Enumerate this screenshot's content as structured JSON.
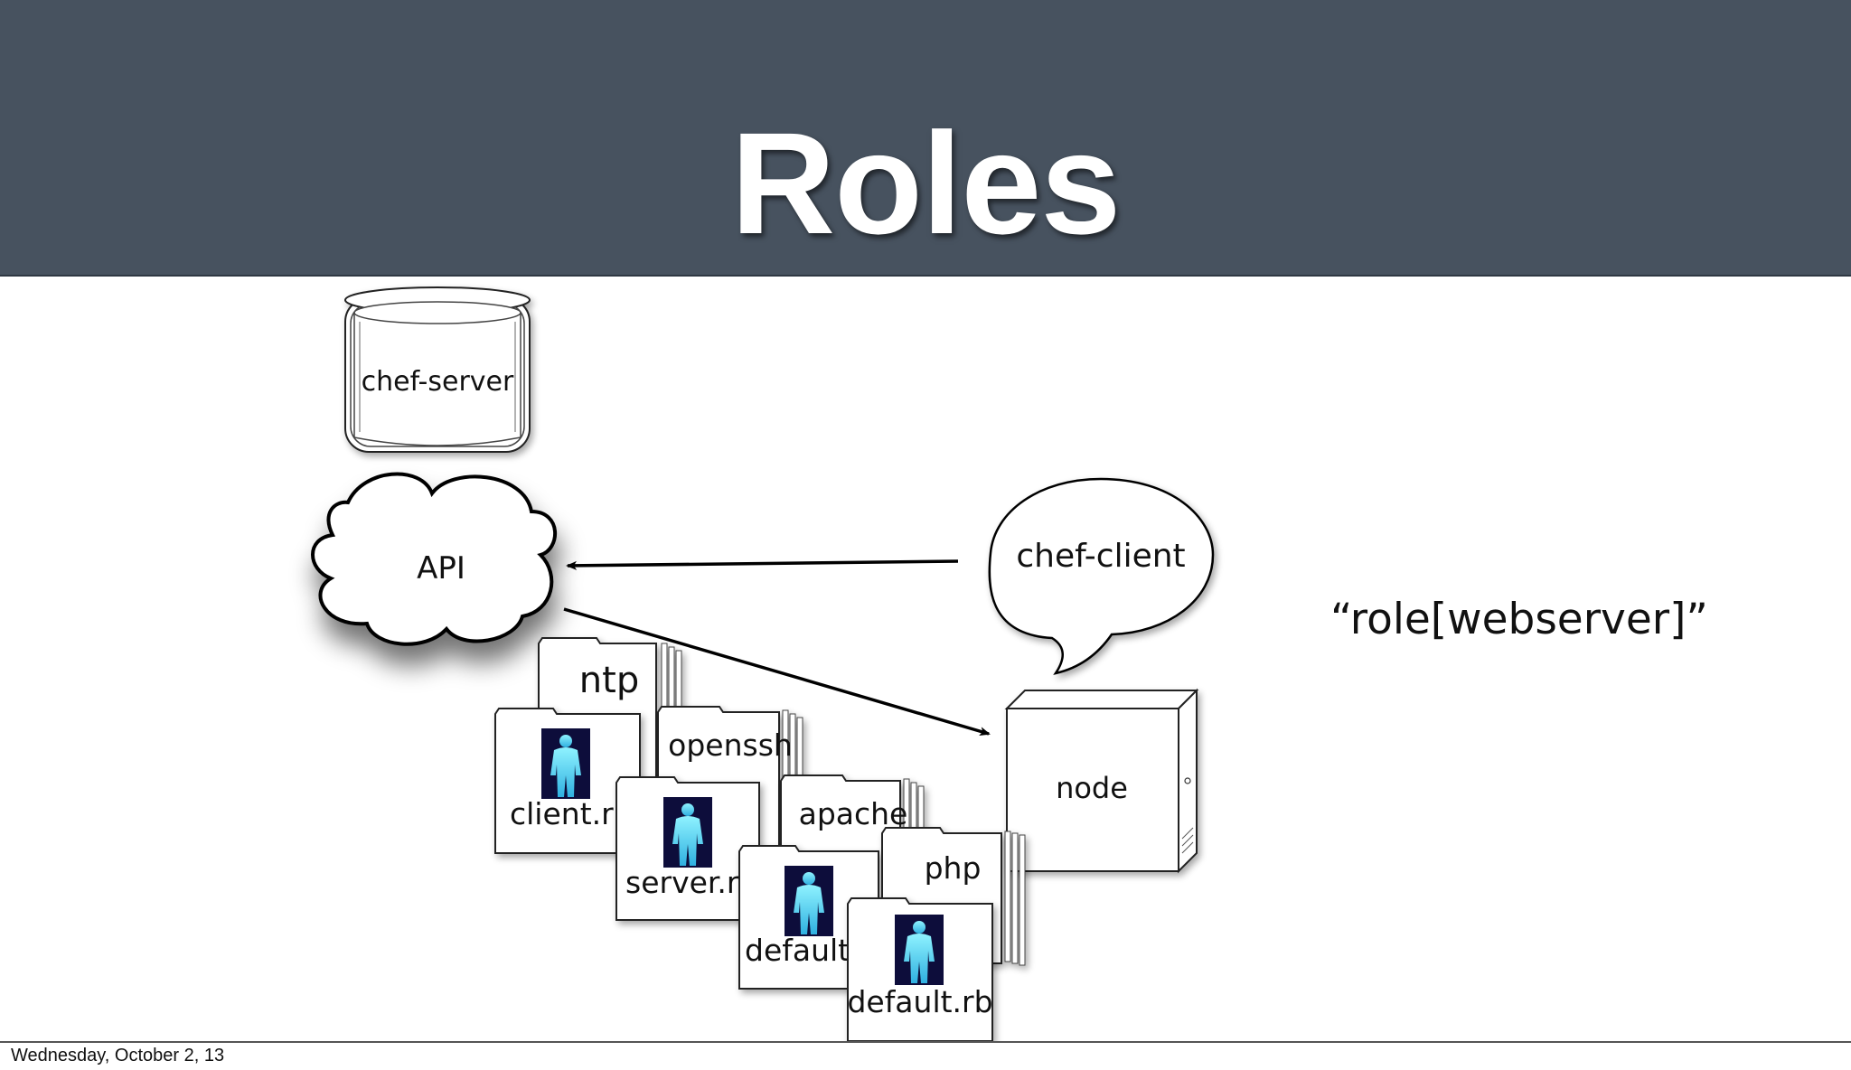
{
  "slide": {
    "title": "Roles",
    "footer_date": "Wednesday, October 2, 13"
  },
  "diagram": {
    "server_label": "chef-server",
    "api_label": "API",
    "client_label": "chef-client",
    "node_label": "node",
    "role_string": "“role[webserver]”",
    "cookbooks": [
      {
        "name": "ntp",
        "recipe": "client.rb"
      },
      {
        "name": "openssh",
        "recipe": "server.rb"
      },
      {
        "name": "apache",
        "recipe": "default.rb"
      },
      {
        "name": "php",
        "recipe": "default.rb"
      }
    ]
  },
  "colors": {
    "header_bg": "#47525f",
    "header_text": "#ffffff"
  }
}
